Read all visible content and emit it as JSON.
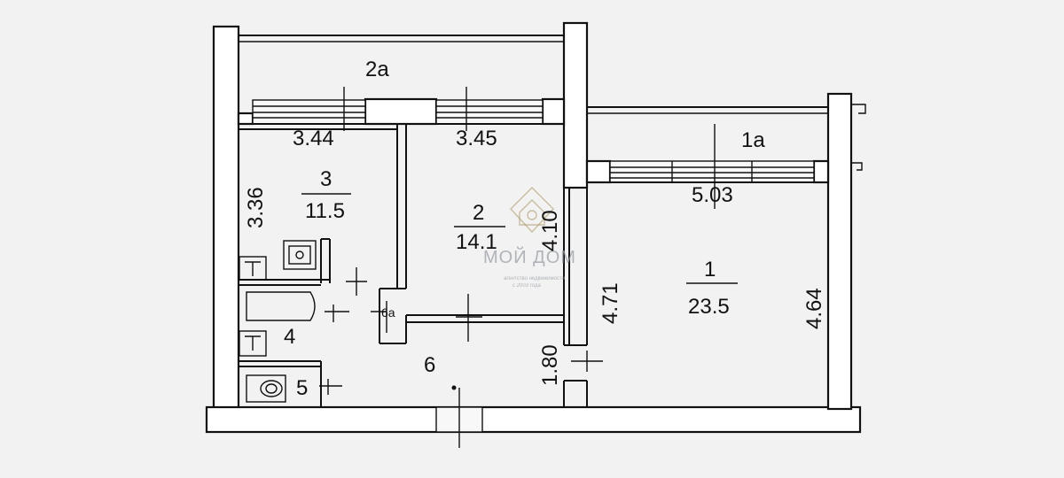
{
  "rooms": {
    "r1": {
      "number": "1",
      "area": "23.5"
    },
    "r1a": {
      "label": "1a"
    },
    "r2": {
      "number": "2",
      "area": "14.1"
    },
    "r2a": {
      "label": "2a"
    },
    "r3": {
      "number": "3",
      "area": "11.5"
    },
    "r4": {
      "label": "4"
    },
    "r5": {
      "label": "5"
    },
    "r6": {
      "label": "6"
    },
    "r6a": {
      "label": "6a"
    }
  },
  "dimensions": {
    "d344": "3.44",
    "d345": "3.45",
    "d336": "3.36",
    "d410": "4.10",
    "d503": "5.03",
    "d471": "4.71",
    "d464": "4.64",
    "d180": "1.80"
  },
  "watermark": {
    "brand": "МОЙ ДОМ",
    "tagline_1": "агентство недвижимости",
    "tagline_2": "с 2003 года"
  }
}
